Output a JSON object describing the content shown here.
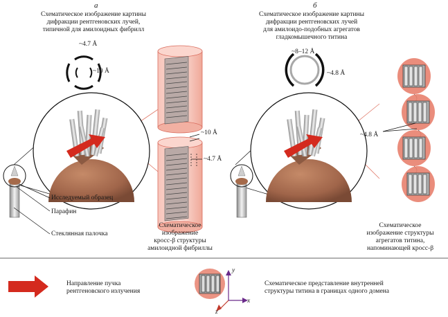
{
  "panel_a": {
    "letter": "а",
    "caption": [
      "Схематическое изображение картины",
      "дифракции рентгеновских лучей,",
      "типичной для амилоидных фибрилл"
    ],
    "ring_outer": "~4.7 Å",
    "ring_inner": "~10 Å",
    "spacing_10": "~10 Å",
    "spacing_47": "~4.7 Å",
    "label_sample": "Исследуемый образец",
    "label_paraffin": "Парафин",
    "label_glass": "Стеклянная палочка",
    "fibril_caption": [
      "Схематическое",
      "изображение",
      "кросс-β структуры",
      "амилоидной фибриллы"
    ]
  },
  "panel_b": {
    "letter": "б",
    "caption": [
      "Схематическое изображение картины",
      "дифракции рентгеновских лучей",
      "для амилоидо-подобных агрегатов",
      "гладкомышечного титина"
    ],
    "ring_outer": "~8–12 Å",
    "ring_inner": "~4.8 Å",
    "spacing_48": "~4.8 Å",
    "titin_caption": [
      "Схематическое",
      "изображение структуры",
      "агрегатов титина,",
      "напоминающей кросс-β"
    ]
  },
  "legend": {
    "beam_label": [
      "Направление пучка",
      "рентгеновского излучения"
    ],
    "domain_label": [
      "Схематическое представление внутренней",
      "структуры титина в границах одного домена"
    ],
    "axis_x": "x",
    "axis_y": "y",
    "axis_z": "z"
  },
  "colors": {
    "beam_red": "#d42a1e",
    "blob_brown": "#a86a4a",
    "pink_fill": "#f3b3a8",
    "pink_edge": "#d96b5c",
    "titin_pink": "#e8816e",
    "axis_purple": "#6a2a8a",
    "axis_red": "#c0392b"
  }
}
